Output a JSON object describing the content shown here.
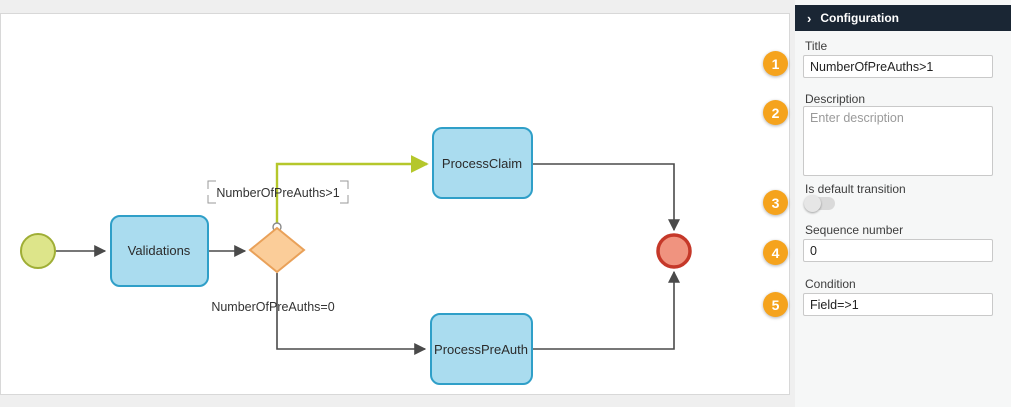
{
  "panel": {
    "header": {
      "title": "Configuration",
      "chevron_icon": "›"
    },
    "fields": {
      "title": {
        "label": "Title",
        "value": "NumberOfPreAuths>1"
      },
      "description": {
        "label": "Description",
        "placeholder": "Enter description"
      },
      "is_default_transition": {
        "label": "Is default transition",
        "state": "off"
      },
      "sequence_number": {
        "label": "Sequence number",
        "value": "0"
      },
      "condition": {
        "label": "Condition",
        "value": "Field=>1"
      }
    },
    "step_badges": [
      "1",
      "2",
      "3",
      "4",
      "5"
    ]
  },
  "diagram": {
    "nodes": {
      "validations": {
        "label": "Validations"
      },
      "process_claim": {
        "label": "ProcessClaim"
      },
      "process_preauth": {
        "label": "ProcessPreAuth"
      }
    },
    "transitions": {
      "claim": {
        "label": "NumberOfPreAuths>1",
        "selected": true
      },
      "preauth": {
        "label": "NumberOfPreAuths=0",
        "selected": false
      }
    },
    "colors": {
      "selected_transition": "#b5c72b",
      "connector": "#4a4a4a",
      "task_fill": "#aadcef",
      "task_border": "#2f9fc8",
      "start_fill": "#dde58a",
      "start_border": "#9fae35",
      "end_fill": "#f0937f",
      "end_border": "#c53829",
      "gateway_fill": "#fbcd99",
      "gateway_border": "#e9a159",
      "badge": "#f5a31d",
      "header_bg": "#1a2634"
    }
  }
}
